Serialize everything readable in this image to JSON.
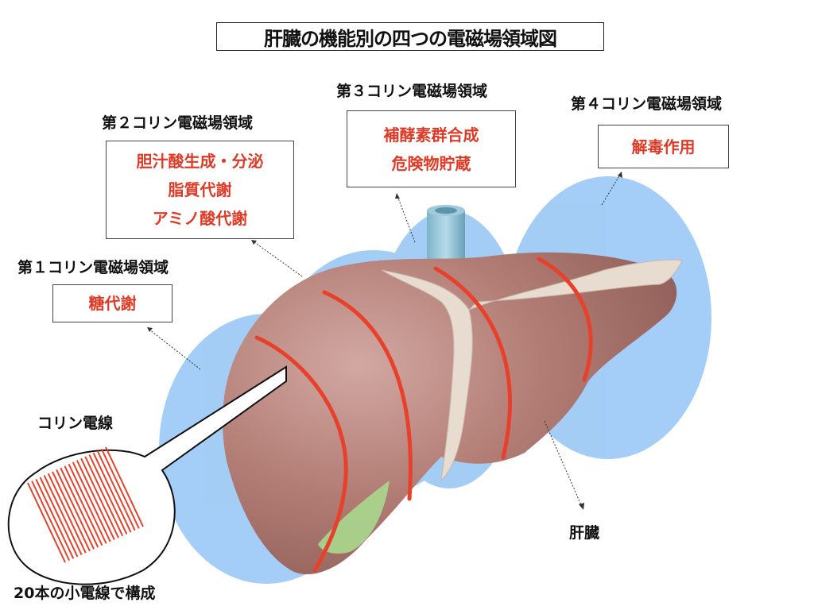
{
  "title": "肝臓の機能別の四つの電磁場領域図",
  "regions": [
    {
      "label": "第１コリン電磁場領域",
      "functions": [
        "糖代謝"
      ]
    },
    {
      "label": "第２コリン電磁場領域",
      "functions": [
        "胆汁酸生成・分泌",
        "脂質代謝",
        "アミノ酸代謝"
      ]
    },
    {
      "label": "第３コリン電磁場領域",
      "functions": [
        "補酵素群合成",
        "危険物貯蔵"
      ]
    },
    {
      "label": "第４コリン電磁場領域",
      "functions": [
        "解毒作用"
      ]
    }
  ],
  "callout": {
    "label": "コリン電線",
    "caption": "20本の小電線で構成",
    "wire_count": 20
  },
  "organ_label": "肝臓",
  "colors": {
    "field": "#a6cdf7",
    "liver": "#b07a72",
    "wire": "#e8412b",
    "text_accent": "#e03a26"
  }
}
